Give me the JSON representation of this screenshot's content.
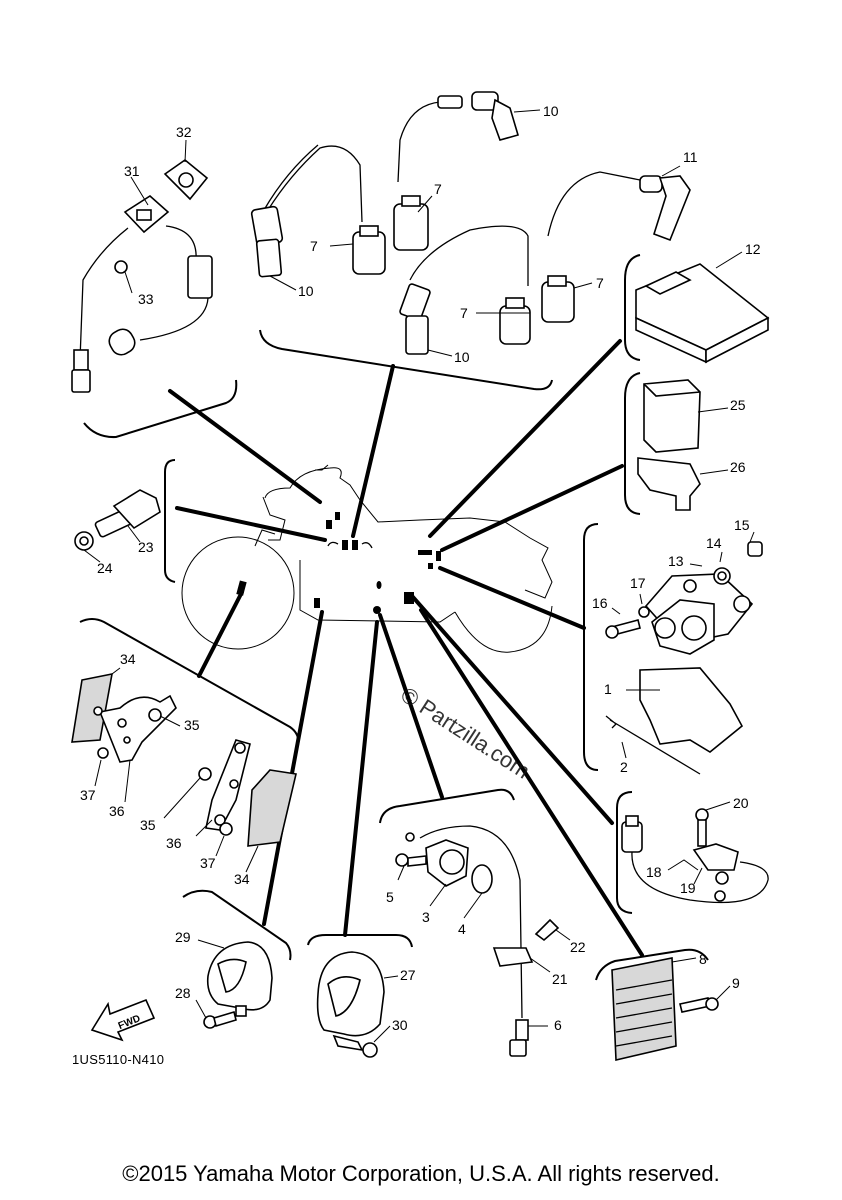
{
  "diagram": {
    "code": "1US5110-N410",
    "copyright": "©2015 Yamaha Motor Corporation, U.S.A. All rights reserved.",
    "watermark": "© Partzilla.com",
    "fwd_label": "FWD",
    "callouts": {
      "c1": "1",
      "c2": "2",
      "c3": "3",
      "c4": "4",
      "c5": "5",
      "c6": "6",
      "c7a": "7",
      "c7b": "7",
      "c7c": "7",
      "c7d": "7",
      "c8": "8",
      "c9": "9",
      "c10a": "10",
      "c10b": "10",
      "c10c": "10",
      "c11": "11",
      "c12": "12",
      "c13": "13",
      "c14": "14",
      "c15": "15",
      "c16": "16",
      "c17": "17",
      "c18": "18",
      "c19": "19",
      "c20": "20",
      "c21": "21",
      "c22": "22",
      "c23": "23",
      "c24": "24",
      "c25": "25",
      "c26": "26",
      "c27": "27",
      "c28": "28",
      "c29": "29",
      "c30": "30",
      "c31": "31",
      "c32": "32",
      "c33": "33",
      "c34a": "34",
      "c34b": "34",
      "c35a": "35",
      "c35b": "35",
      "c36a": "36",
      "c36b": "36",
      "c37a": "37",
      "c37b": "37"
    }
  }
}
